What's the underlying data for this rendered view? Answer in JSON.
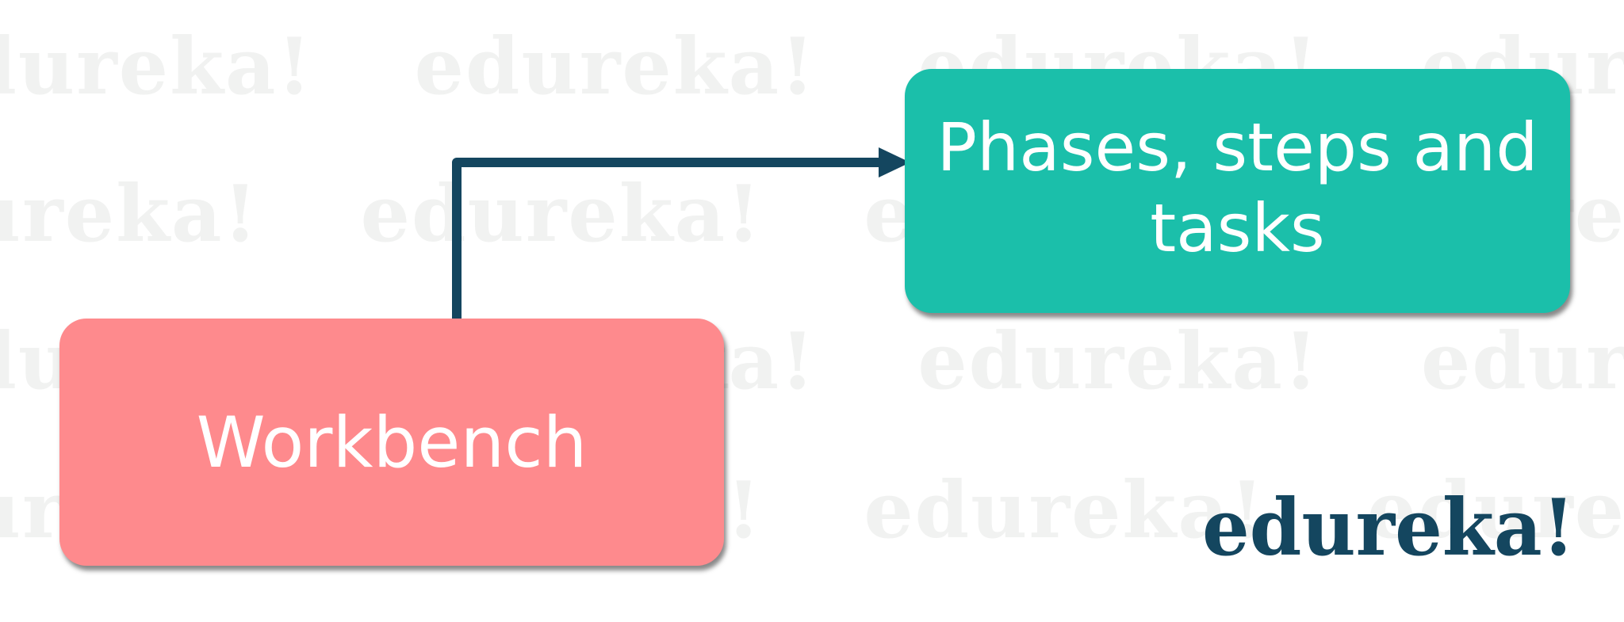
{
  "watermark": {
    "text": "edureka!"
  },
  "nodes": {
    "workbench": {
      "label": "Workbench",
      "color": "#fe8a8d"
    },
    "phases": {
      "label": "Phases, steps and tasks",
      "color": "#1bbfaa"
    }
  },
  "connector": {
    "from": "Workbench",
    "to": "Phases, steps and tasks",
    "color": "#14465f"
  },
  "logo": {
    "text": "edureka!",
    "color": "#14465f"
  }
}
